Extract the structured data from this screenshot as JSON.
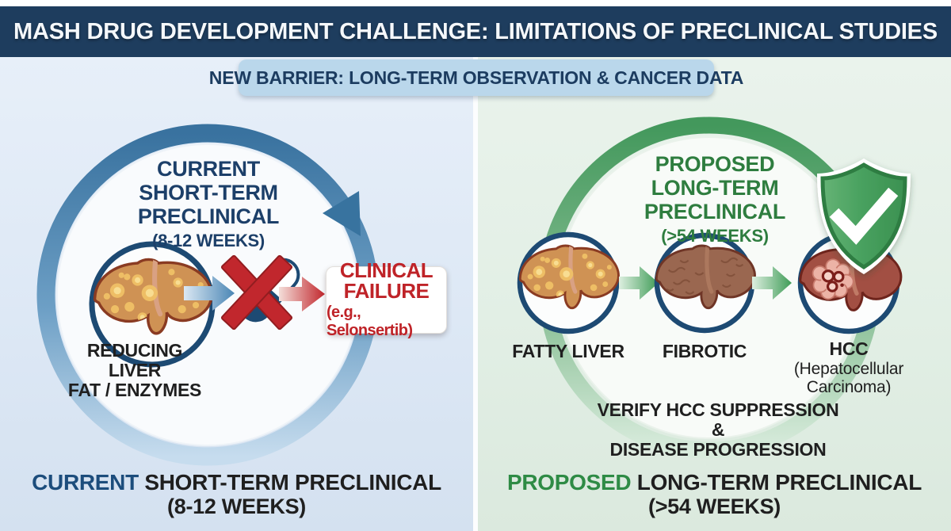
{
  "header": {
    "title": "MASH DRUG DEVELOPMENT CHALLENGE: LIMITATIONS OF PRECLINICAL STUDIES"
  },
  "subbanner": {
    "text": "NEW BARRIER: LONG-TERM OBSERVATION & CANCER DATA"
  },
  "left_panel": {
    "cycle_title": {
      "lines": [
        "CURRENT",
        "SHORT-TERM",
        "PRECLINICAL"
      ],
      "duration": "(8-12 WEEKS)"
    },
    "liver_stage": {
      "label_lines": [
        "REDUCING LIVER",
        "FAT / ENZYMES"
      ]
    },
    "failure_box": {
      "lines": [
        "CLINICAL",
        "FAILURE"
      ],
      "example": "(e.g., Selonsertib)"
    },
    "caption": {
      "highlight": "CURRENT",
      "rest": " SHORT-TERM PRECLINICAL",
      "duration": "(8-12 WEEKS)"
    }
  },
  "right_panel": {
    "cycle_title": {
      "lines": [
        "PROPOSED",
        "LONG-TERM",
        "PRECLINICAL"
      ],
      "duration": "(>54 WEEKS)"
    },
    "stages": [
      {
        "label": "FATTY LIVER"
      },
      {
        "label": "FIBROTIC"
      },
      {
        "label": "HCC",
        "sub_lines": [
          "(Hepatocellular",
          "Carcinoma)"
        ]
      }
    ],
    "verify": {
      "lines": [
        "VERIFY HCC SUPPRESSION &",
        "DISEASE PROGRESSION"
      ]
    },
    "caption": {
      "highlight": "PROPOSED",
      "rest": " LONG-TERM PRECLINICAL",
      "duration": "(>54 WEEKS)"
    }
  },
  "icons": {
    "left_cycle": "circular-arrow-icon",
    "right_cycle": "circular-arrow-icon",
    "fatty_liver": "fatty-liver-icon",
    "fibrotic_liver": "fibrotic-liver-icon",
    "hcc_liver": "hcc-tumor-liver-icon",
    "pill": "pill-capsule-icon",
    "red_x": "red-x-icon",
    "blue_arrow": "right-arrow-icon",
    "red_arrow": "right-arrow-icon",
    "green_arrow": "right-arrow-icon",
    "shield": "shield-checkmark-icon"
  },
  "colors": {
    "banner_navy": "#1e3d5e",
    "subbanner_blue": "#bad7eb",
    "panel_left_bg": "#dfe9f6",
    "panel_right_bg": "#e3efe6",
    "ring_blue": "#3a76a6",
    "ring_green": "#49a061",
    "circle_navy": "#1d4a73",
    "title_navy": "#1c3f69",
    "title_green": "#2e7d3f",
    "caption_blue": "#1c4d7c",
    "caption_green": "#2e8b45",
    "failure_red": "#bf2328",
    "x_red": "#c1272d",
    "shield_green": "#3f9655",
    "text_dark": "#1f1f1f"
  }
}
